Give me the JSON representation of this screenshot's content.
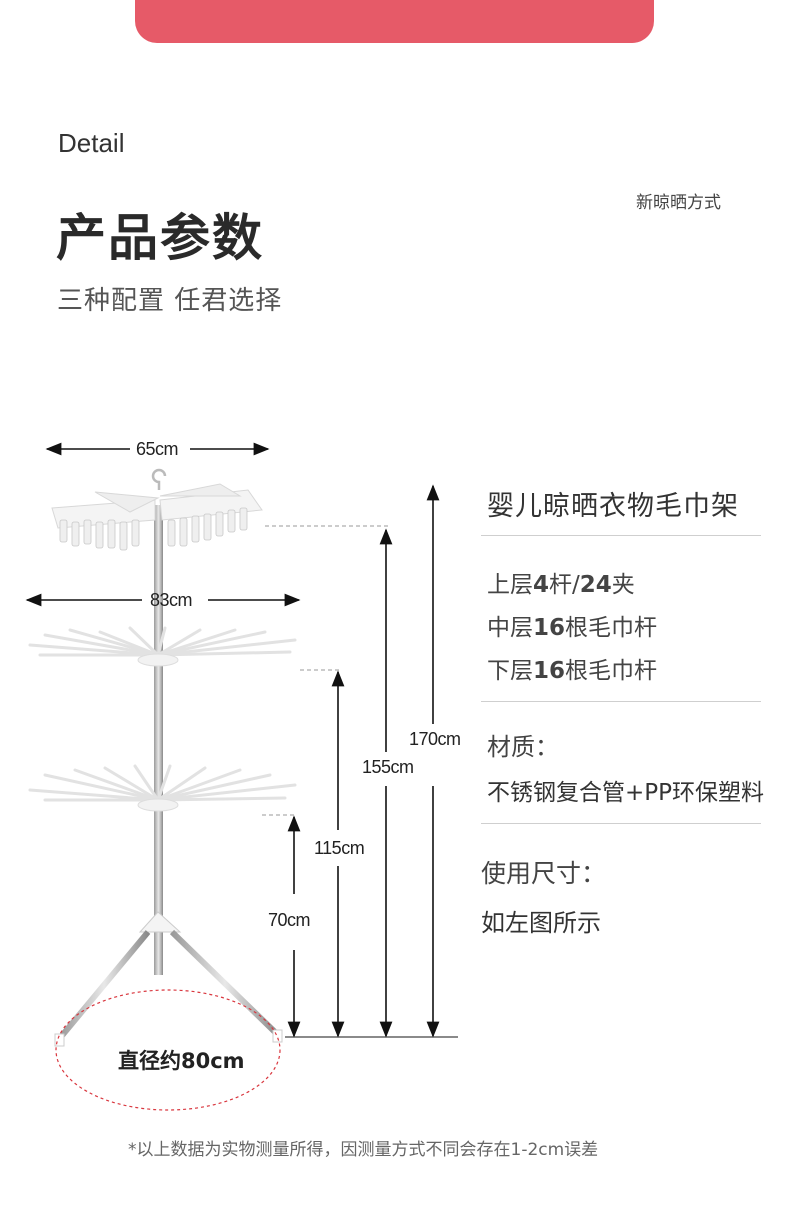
{
  "header": {
    "detail_label": "Detail",
    "title": "产品参数",
    "subtitle": "三种配置 任君选择",
    "note": "新晾晒方式"
  },
  "product": {
    "name": "婴儿晾晒衣物毛巾架",
    "specs": [
      {
        "prefix": "上层",
        "num": "4",
        "mid": "杆/",
        "num2": "24",
        "suffix": "夹"
      },
      {
        "prefix": "中层",
        "num": "16",
        "suffix": "根毛巾杆"
      },
      {
        "prefix": "下层",
        "num": "16",
        "suffix": "根毛巾杆"
      }
    ],
    "material_label": "材质：",
    "material_value": "不锈钢复合管+PP环保塑料",
    "usage_label": "使用尺寸：",
    "usage_value": "如左图所示"
  },
  "dimensions": {
    "top_width": "65cm",
    "middle_width": "83cm",
    "h170": "170cm",
    "h155": "155cm",
    "h115": "115cm",
    "h70": "70cm",
    "diameter": "直径约80cm"
  },
  "footnote": "*以上数据为实物测量所得，因测量方式不同会存在1-2cm误差",
  "colors": {
    "accent": "#e65a68",
    "diameter_ring": "#d9363e"
  }
}
